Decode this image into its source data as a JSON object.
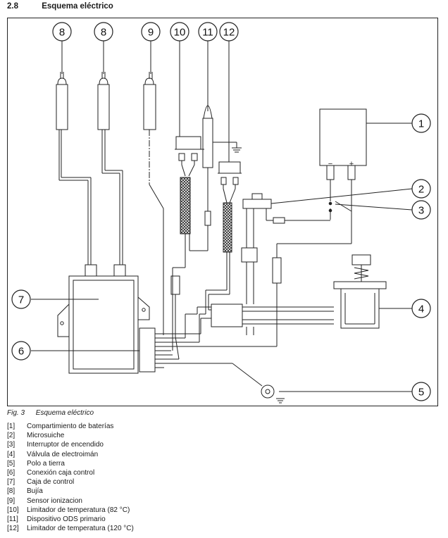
{
  "section": {
    "number": "2.8",
    "title": "Esquema eléctrico"
  },
  "figure": {
    "number": "Fig. 3",
    "caption": "Esquema eléctrico"
  },
  "callouts": [
    "1",
    "2",
    "3",
    "4",
    "5",
    "6",
    "7",
    "8",
    "8",
    "9",
    "10",
    "11",
    "12"
  ],
  "symbols": {
    "minus": "−",
    "plus": "+"
  },
  "legend": [
    {
      "num": "[1]",
      "text": "Compartimiento  de baterías"
    },
    {
      "num": "[2]",
      "text": "Microsuiche"
    },
    {
      "num": "[3]",
      "text": "Interruptor de encendido"
    },
    {
      "num": "[4]",
      "text": "Válvula de electroimán"
    },
    {
      "num": "[5]",
      "text": "Polo a tierra"
    },
    {
      "num": "[6]",
      "text": "Conexión caja control"
    },
    {
      "num": "[7]",
      "text": "Caja de control"
    },
    {
      "num": "[8]",
      "text": "Bujía"
    },
    {
      "num": "[9]",
      "text": "Sensor ionizacion"
    },
    {
      "num": "[10]",
      "text": "Limitador de temperatura (82 °C)"
    },
    {
      "num": "[11]",
      "text": "Dispositivo ODS primario"
    },
    {
      "num": "[12]",
      "text": "Limitador de temperatura (120 °C)"
    }
  ]
}
